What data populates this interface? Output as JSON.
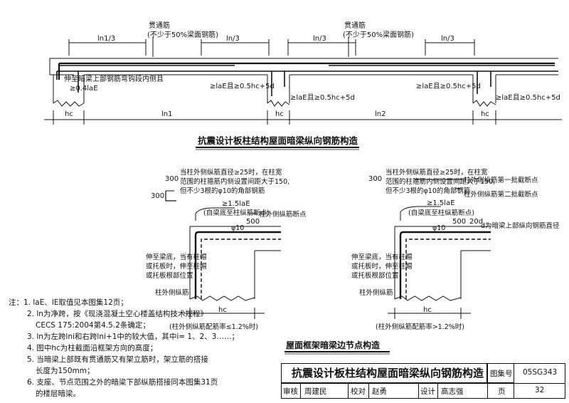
{
  "top": {
    "through_bar": "贯通筋",
    "through_bar_note": "(不少于50%梁面钢筋)",
    "l_n1_third": "ln1/3",
    "l_n_third": "ln/3",
    "bend_note": "伸至暗梁上部钢筋弯钩段内侧且",
    "bend_min": "≥0.4laE",
    "anchor_tail": "≥laE且≥0.5hc+5d",
    "h_c": "hc",
    "l_n1": "ln1",
    "l_n2": "ln2",
    "title": "抗震设计板柱结构屋面暗梁纵向钢筋构造"
  },
  "detail_left": {
    "dim_300_a": "300",
    "dim_300_b": "300",
    "cond_line1": "当柱外侧纵筋直径≥25时，在柱宽",
    "cond_line2": "范围的柱箍筋内侧设置间距大于150,",
    "cond_line3": "但不少3根的φ10的角部钢筋",
    "len_15": "≥1.5laE",
    "from_beam_bottom": "(自梁底至柱纵筋断点)",
    "outer_bar_cut": "柱外侧纵筋断点",
    "dim_500": "500",
    "phi10": "φ10",
    "extend_line1": "伸至梁底，当有柱帽",
    "extend_line2": "或托板时，伸至柱帽",
    "extend_line3": "或托板根部位置",
    "outer_bar": "柱外侧纵筋",
    "h_c": "hc",
    "ratio": "(柱外侧纵筋配筋率≤1.2%时)"
  },
  "detail_right": {
    "dim_300": "300",
    "cond_line1": "当柱外侧纵筋直径≥25时，在柱宽",
    "cond_line2": "范围的柱箍筋内侧设置间距大于150,",
    "cond_line3": "但不少3根的φ10的角部钢筋",
    "first_cut": "柱外侧纵筋第一批截断点",
    "second_cut": "柱外侧纵筋第二批截断点",
    "len_15": "≥1.5laE",
    "from_beam_bottom": "(自梁底至柱纵筋断点)",
    "dim_500": "500",
    "dim_20d": "20d",
    "d_note": "d为暗梁上部纵向钢筋直径",
    "phi10": "φ10",
    "extend_line1": "伸至梁底，当有柱帽",
    "extend_line2": "或托板时，伸至柱帽",
    "extend_line3": "或托板根部位置",
    "outer_bar": "柱外侧纵筋",
    "h_c": "hc",
    "ratio": "(柱外侧纵筋配筋率>1.2%时)"
  },
  "section_title": "屋面框架暗梁边节点构造",
  "notes": {
    "n1": "注：1. laE、lE取值见本图集12页；",
    "n2": "2. ln为净跨，按《现浇混凝土空心楼盖结构技术规程》",
    "n2b": "CECS 175:2004第4.5.2条确定；",
    "n3": "3. ln为左跨lni和右跨lni+1中的较大值，其中i= 1、2、3……；",
    "n4": "4. 图中hc为柱截面沿框架方向的高度；",
    "n5": "5. 当暗梁上部既有贯通筋又有架立筋时，架立筋的搭接",
    "n5b": "长度为150mm；",
    "n6": "6. 支座、节点范围之外的暗梁下部纵筋搭接同本图集31页",
    "n6b": "的楼层暗梁。"
  },
  "title_block": {
    "main_title": "抗震设计板柱结构屋面暗梁纵向钢筋构造",
    "atlas_label": "图集号",
    "atlas_no": "05SG343",
    "review_label": "审核",
    "review_name": "周建民",
    "check_label": "校对",
    "check_name": "赵勇",
    "design_label": "设计",
    "design_name": "高志强",
    "page_label": "页",
    "page_no": "32"
  }
}
